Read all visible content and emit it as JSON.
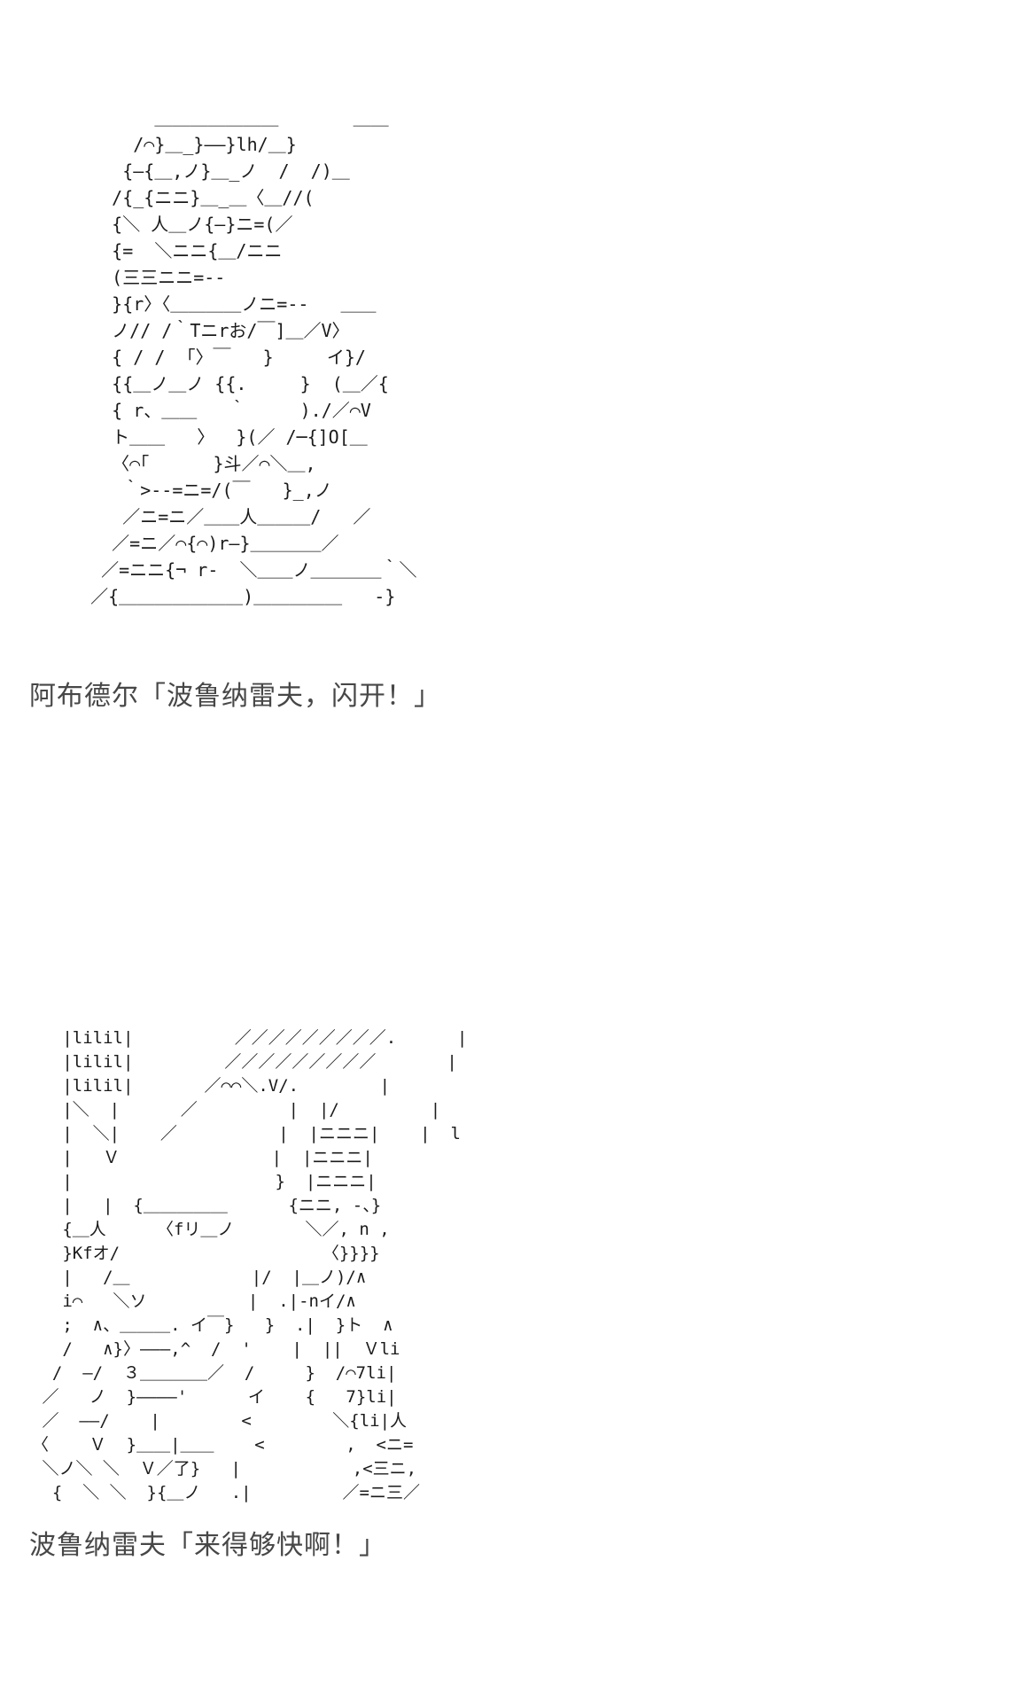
{
  "page": {
    "background_color": "#ffffff",
    "aa_text_color": "#1b1b1b",
    "caption_text_color": "#474747"
  },
  "aa_block_1": {
    "description": "ascii-art-panel-abdul",
    "lines": [
      "        ＿＿＿＿＿＿＿       ＿＿",
      "      /⌒}＿_}——}lh/＿}",
      "     {—{＿,ノ}＿_ノ  /  /)＿",
      "    /{_{ニニ}＿_＿〈＿//(",
      "    {＼ 人＿ノ{—}ニ=(／",
      "    {=  ＼ニニ{＿/ニニ",
      "    (三三ニニ=--",
      "    }{r〉〈＿＿＿＿ノニ=--   ＿＿",
      "    ノ// /｀Tニrお/￣]＿／V〉",
      "    { / /  ｢〉￣   }     イ}/",
      "    {{＿ノ＿ノ {{.     }  (＿／{",
      "    { r、＿＿   ｀     )./／⌒V",
      "    ト＿＿   〉  }(／ /─{]O[＿",
      "    〈⌒｢      }斗／⌒＼＿,",
      "     ｀>--=ニ=/(￣   }_,ノ",
      "     ／ニ=ニ／＿＿人＿＿＿/   ／",
      "    ／=ニ／⌒{⌒)r—}＿＿＿＿／",
      "   ／=ニニ{¬ r-  ＼＿＿ノ＿＿＿＿｀＼",
      "  ／{＿＿＿＿＿＿＿)＿＿＿＿＿   -}"
    ]
  },
  "caption_1": {
    "text": "阿布德尔「波鲁纳雷夫，闪开！」"
  },
  "aa_block_2": {
    "description": "ascii-art-panel-polnareff",
    "lines": [
      "   |lilil|          ／／／／／／／／／.      |",
      "   |lilil|         ／／／／／／／／／       |",
      "   |lilil|       ／⌒⌒＼.V/.        |",
      "   |＼  |      ／         |  |/         |",
      "   |  ＼|    ／          |  |ニニニ|    |  l",
      "   |   Ｖ               |  |ニニニ|",
      "   |                    }  |ニニニ|",
      "   |   |  {＿＿＿＿＿      {ニニ, -、}",
      "   {＿人     〈fリ＿ノ       ＼／, n ,",
      "   }Kfオ/                    〈}}}}",
      "   |   /＿            |/  |＿ノ)/∧",
      "   i⌒   ＼ソ          |  .|-nイ/∧",
      "   ;  ∧、＿＿＿. イ￣}   }  .|  }ト  ∧",
      "   /   ∧}〉———,^  /  '    |  ||  Ｖli",
      "  /  —/  ３＿＿＿＿／  /     }  /⌒7li|",
      " ／   ノ  }————'      イ    {   7}li|",
      " ／  ——/    |        <        ＼{li|人",
      "〈    Ｖ  }＿＿|＿＿    <        ,  <ニ=",
      " ＼ノ＼ ＼  Ｖ／了}   |           ,<三ニ,",
      "  {  ＼ ＼  }{＿ノ   .|         ／=ニ三／"
    ]
  },
  "caption_2": {
    "text": "波鲁纳雷夫「来得够快啊！」"
  }
}
